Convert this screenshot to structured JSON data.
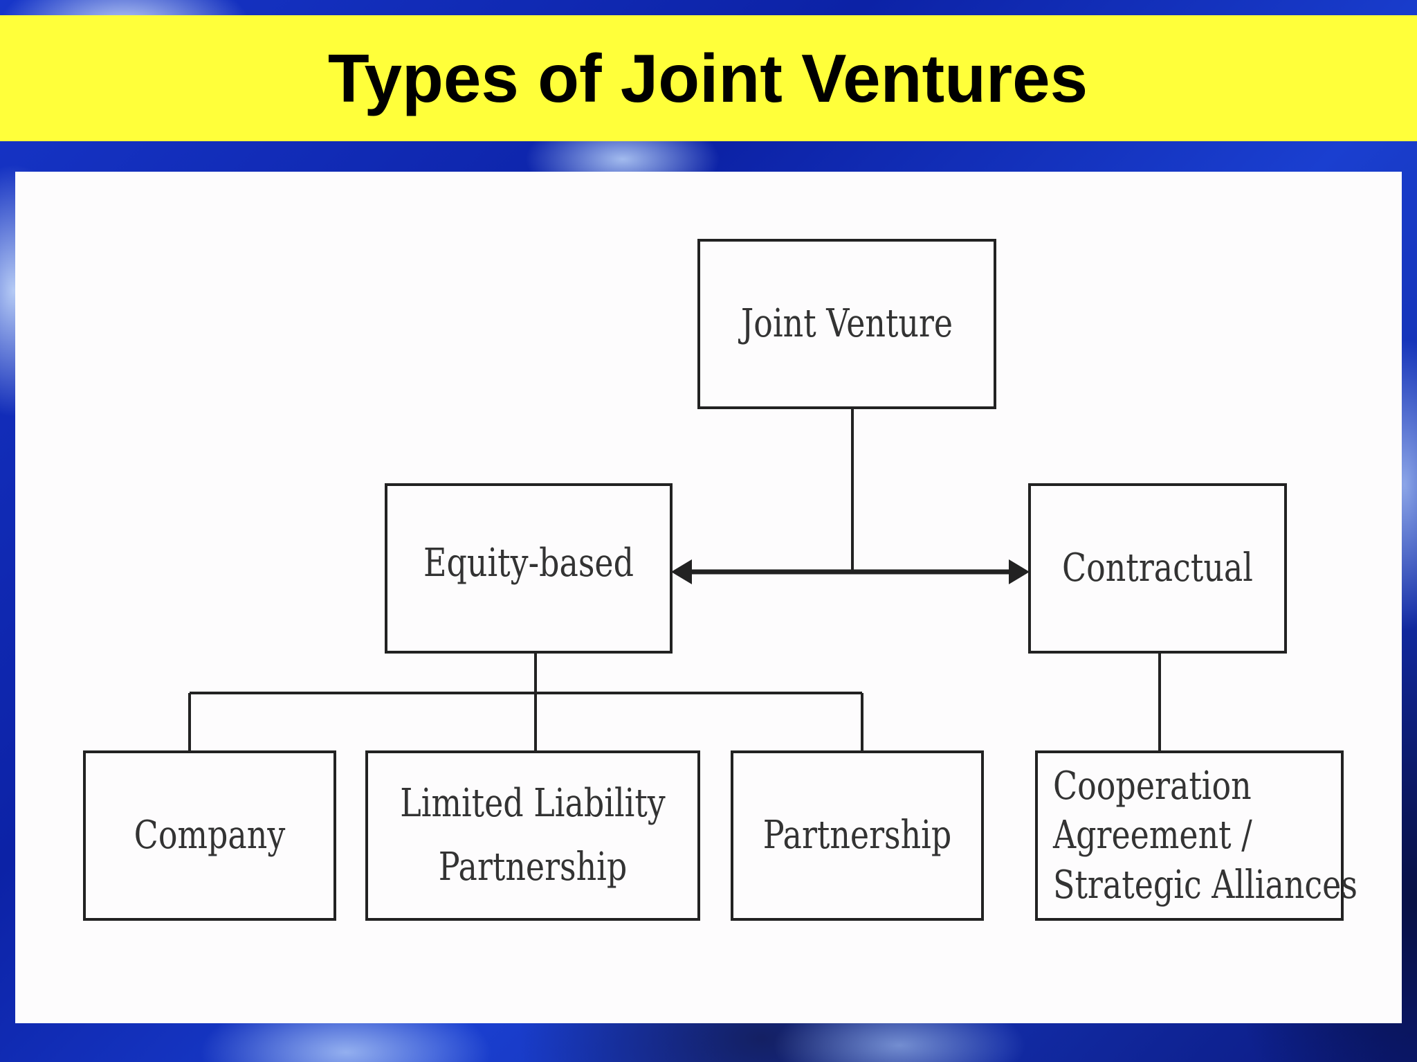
{
  "slide": {
    "title": "Types of Joint Ventures"
  },
  "diagram": {
    "root": "Joint Venture",
    "equity": "Equity-based",
    "contractual": "Contractual",
    "company": "Company",
    "llp_line1": "Limited Liability",
    "llp_line2": "Partnership",
    "partnership": "Partnership",
    "coop_line1": "Cooperation",
    "coop_line2": "Agreement /",
    "coop_line3": "Strategic Alliances"
  },
  "colors": {
    "title_band": "#ffff3a",
    "panel": "#fdfcfd",
    "line": "#222222"
  }
}
